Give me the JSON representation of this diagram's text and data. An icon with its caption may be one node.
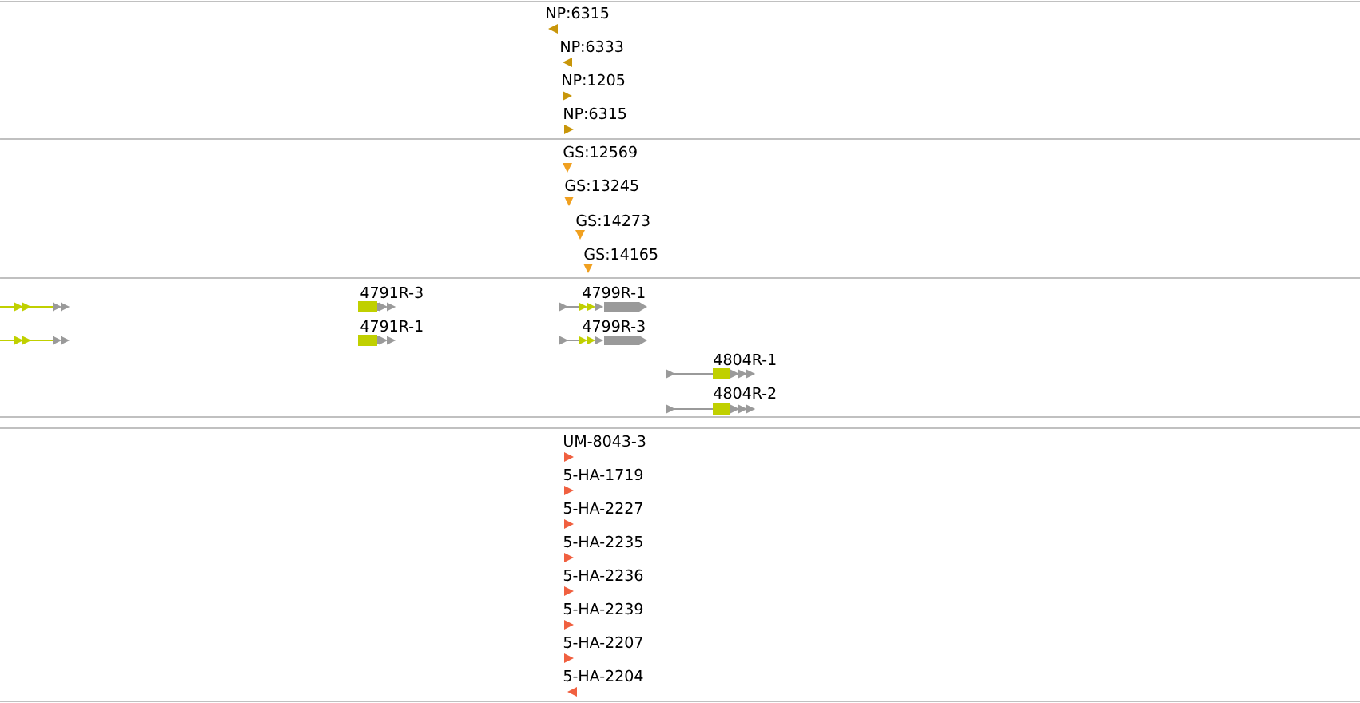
{
  "diagram": {
    "nodes": [
      {
        "text": [
          "NP:6315"
        ]
      },
      {
        "text": [
          "NP:6333"
        ]
      },
      {
        "text": [
          "NP:1205"
        ]
      },
      {
        "text": [
          "NP:6315"
        ]
      },
      {
        "text": [
          "GS:12569"
        ]
      },
      {
        "text": [
          "GS:13245"
        ]
      },
      {
        "text": [
          "GS:14273"
        ]
      },
      {
        "text": [
          "GS:14165"
        ]
      },
      {
        "text": [],
        "shape": "bar"
      },
      {
        "text": [],
        "shape": "bar"
      },
      {
        "text": [
          "4791R-3"
        ]
      },
      {
        "text": [
          "4791R-1"
        ]
      },
      {
        "text": [
          "4799R-1"
        ]
      },
      {
        "text": [
          "4799R-3"
        ]
      },
      {
        "text": [
          "4804R-1"
        ]
      },
      {
        "text": [
          "4804R-2"
        ]
      },
      {
        "text": [
          "UM-8043-3"
        ]
      },
      {
        "text": [
          "5-HA-1719"
        ]
      },
      {
        "text": [
          "5-HA-2227"
        ]
      },
      {
        "text": [
          "5-HA-2235"
        ]
      },
      {
        "text": [
          "5-HA-2236"
        ]
      },
      {
        "text": [
          "5-HA-2239"
        ]
      },
      {
        "text": [
          "5-HA-2207"
        ]
      },
      {
        "text": [
          "5-HA-2204"
        ]
      }
    ]
  }
}
